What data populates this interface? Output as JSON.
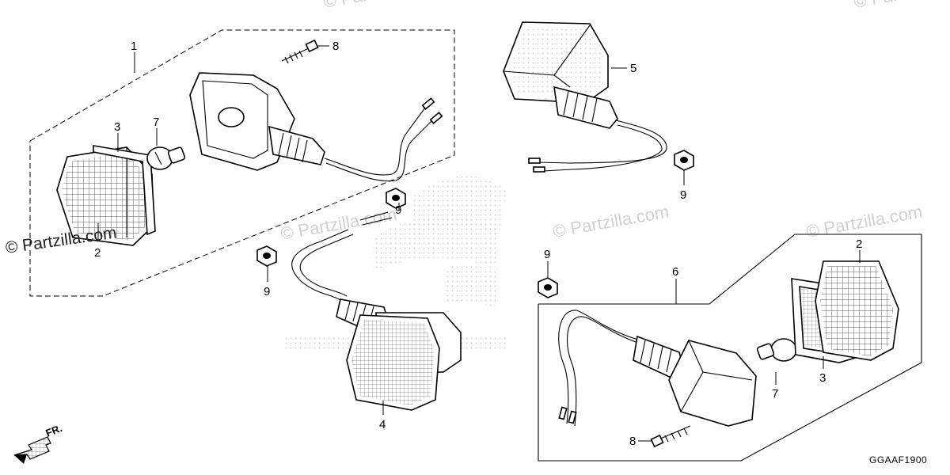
{
  "callouts": {
    "c1": "1",
    "c2_left": "2",
    "c3_left": "3",
    "c7_left": "7",
    "c8_top": "8",
    "c9_center": "9",
    "c9_left": "9",
    "c4": "4",
    "c5": "5",
    "c9_right_top": "9",
    "c9_right_mid": "9",
    "c6": "6",
    "c2_right": "2",
    "c3_right": "3",
    "c7_right": "7",
    "c8_bottom": "8"
  },
  "watermarks": {
    "primary": "© Partzilla.com",
    "repeat": "© Partzilla.com"
  },
  "front_label": "FR.",
  "diagram_code": "GGAAF1900",
  "colors": {
    "line": "#000000",
    "watermark": "#d0d0d0",
    "background": "#ffffff"
  },
  "icons": [
    "front-arrow-icon",
    "turn-signal-lamp-icon",
    "bulb-icon",
    "screw-icon",
    "nut-icon",
    "honda-wing-logo"
  ]
}
